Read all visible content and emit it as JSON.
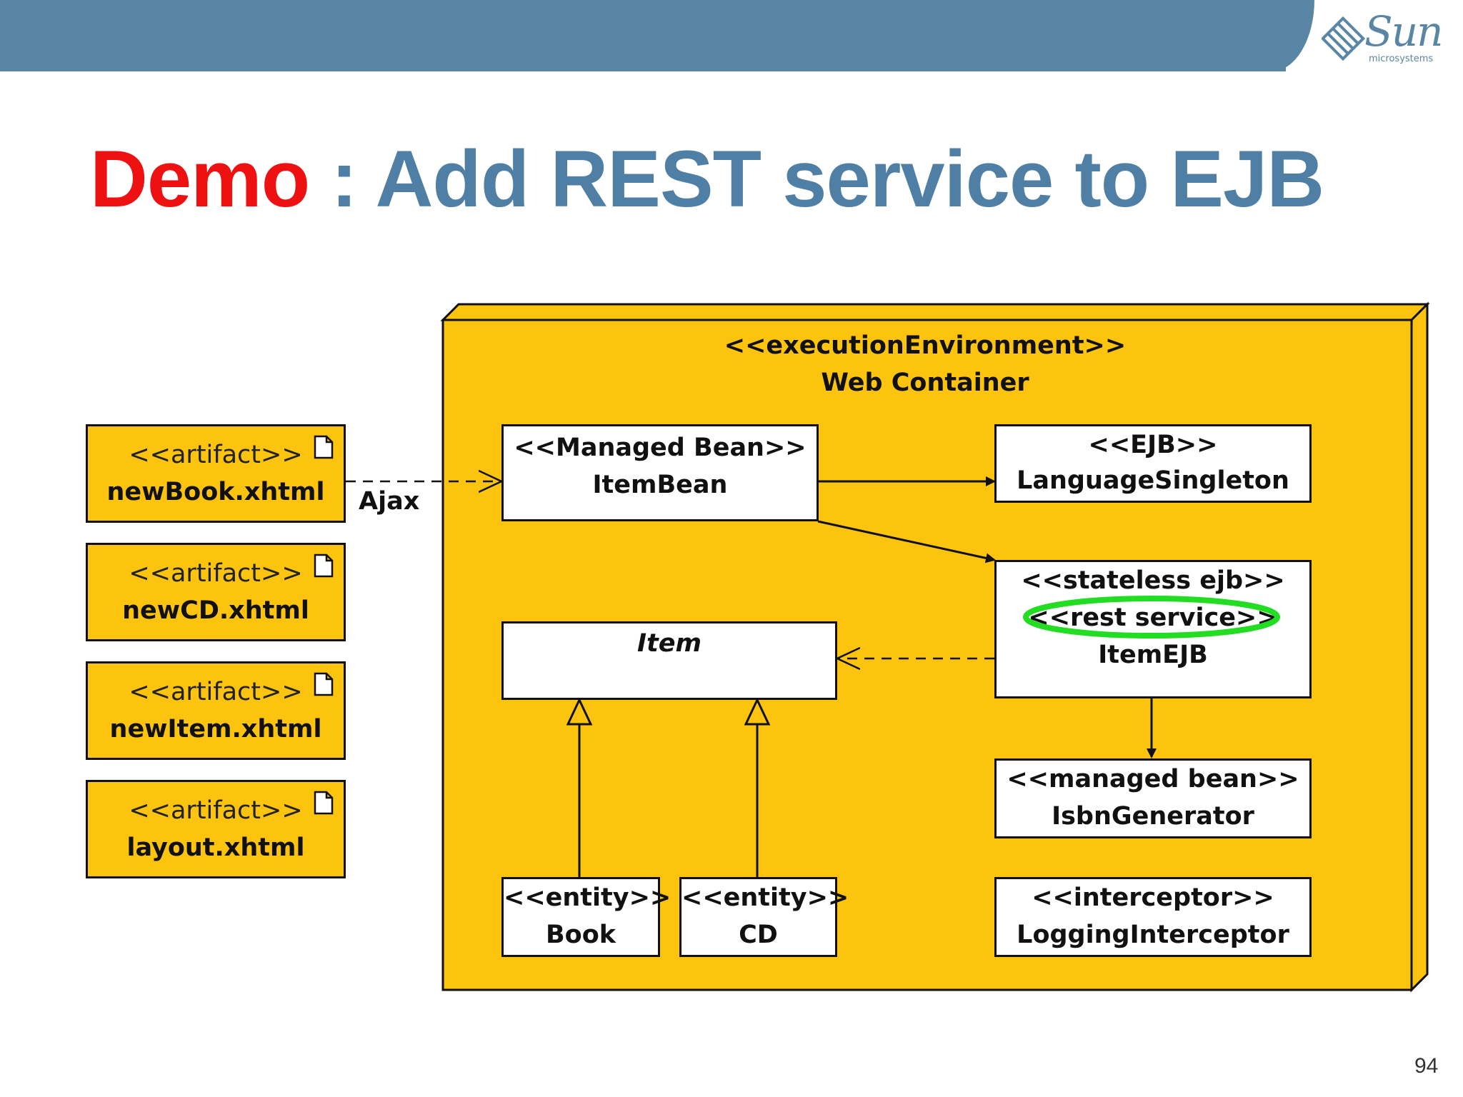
{
  "slide": {
    "title_demo": "Demo",
    "title_rest": " : Add REST service to EJB",
    "page_number": "94",
    "logo_text": "Sun",
    "logo_subtext": "microsystems"
  },
  "diagram": {
    "environment": {
      "stereotype": "<<executionEnvironment>>",
      "name": "Web Container"
    },
    "artifacts": [
      {
        "stereotype": "<<artifact>>",
        "name": "newBook.xhtml"
      },
      {
        "stereotype": "<<artifact>>",
        "name": "newCD.xhtml"
      },
      {
        "stereotype": "<<artifact>>",
        "name": "newItem.xhtml"
      },
      {
        "stereotype": "<<artifact>>",
        "name": "layout.xhtml"
      }
    ],
    "ajax_label": "Ajax",
    "item_bean": {
      "stereotype": "<<Managed Bean>>",
      "name": "ItemBean"
    },
    "language_singleton": {
      "stereotype": "<<EJB>>",
      "name": "LanguageSingleton"
    },
    "item_ejb": {
      "stereotype": "<<stateless ejb>>",
      "stereotype2": "<<rest service>>",
      "name": "ItemEJB"
    },
    "item": {
      "name": "Item"
    },
    "isbn_generator": {
      "stereotype": "<<managed bean>>",
      "name": "IsbnGenerator"
    },
    "book": {
      "stereotype": "<<entity>>",
      "name": "Book"
    },
    "cd": {
      "stereotype": "<<entity>>",
      "name": "CD"
    },
    "logging_interceptor": {
      "stereotype": "<<interceptor>>",
      "name": "LoggingInterceptor"
    },
    "highlight_color": "#22dd22"
  }
}
